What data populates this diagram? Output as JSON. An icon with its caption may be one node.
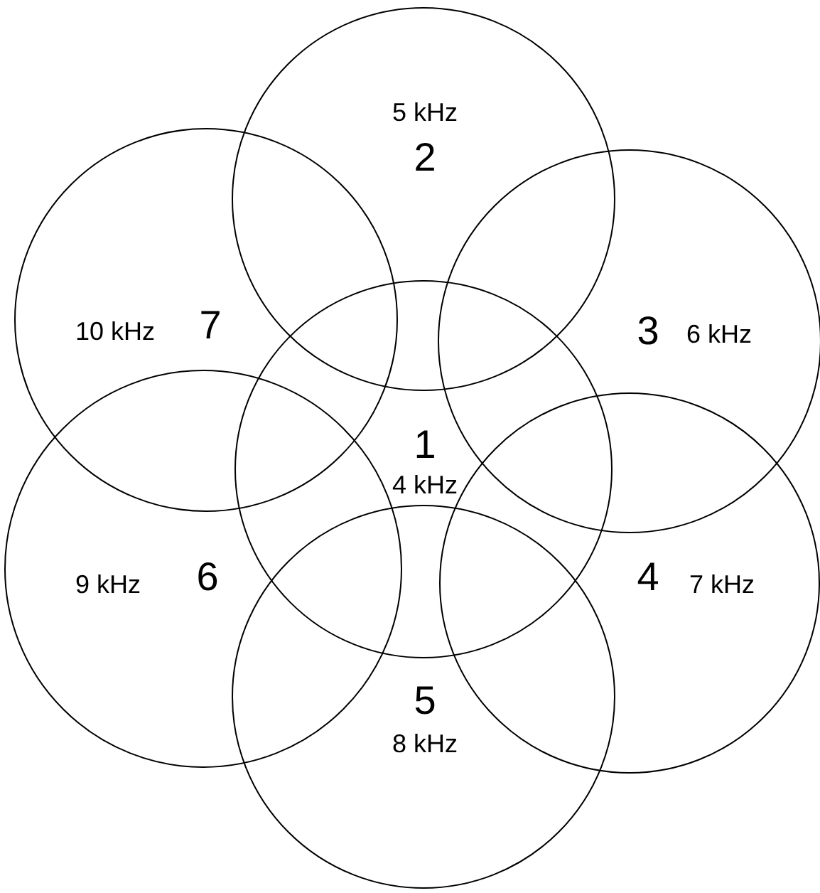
{
  "diagram": {
    "nodes": [
      {
        "text": [
          "5 kHz",
          "2"
        ]
      },
      {
        "text": [
          "10 kHz",
          "7"
        ]
      },
      {
        "text": [
          "3",
          "6 kHz"
        ]
      },
      {
        "text": [
          "1",
          "4 kHz"
        ]
      },
      {
        "text": [
          "9 kHz",
          "6"
        ]
      },
      {
        "text": [
          "4",
          "7 kHz"
        ]
      },
      {
        "text": [
          "5",
          "8 kHz"
        ]
      }
    ],
    "edges": []
  }
}
